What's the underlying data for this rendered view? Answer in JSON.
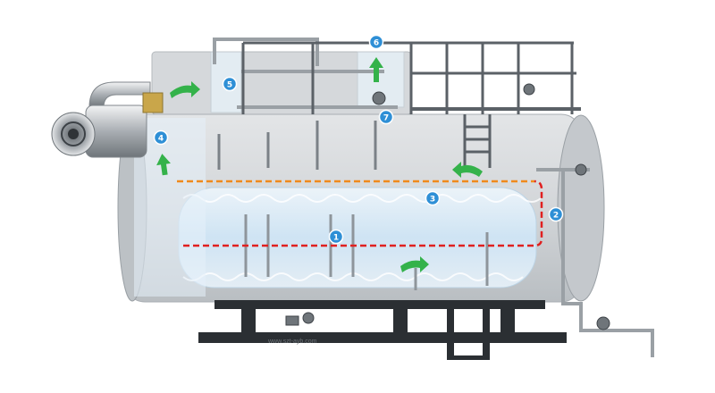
{
  "colors": {
    "badge_fill": "#2e8fd6",
    "badge_stroke": "#ffffff",
    "arrow_green": "#34b24a",
    "flame_path_red": "#e02020",
    "smoke_path_orange": "#f08a1c",
    "shell_metal": "#c9cdd1",
    "furnace_glow": "#cfe6f7",
    "frame_dark": "#2b2f33"
  },
  "badges": [
    {
      "label": "1"
    },
    {
      "label": "2"
    },
    {
      "label": "3"
    },
    {
      "label": "4"
    },
    {
      "label": "5"
    },
    {
      "label": "6"
    },
    {
      "label": "7"
    }
  ],
  "watermark": "www.szt-ayb.com",
  "icons": {
    "burner": "burner-fan-icon",
    "arrow": "flow-arrow-icon",
    "valve": "valve-icon"
  }
}
